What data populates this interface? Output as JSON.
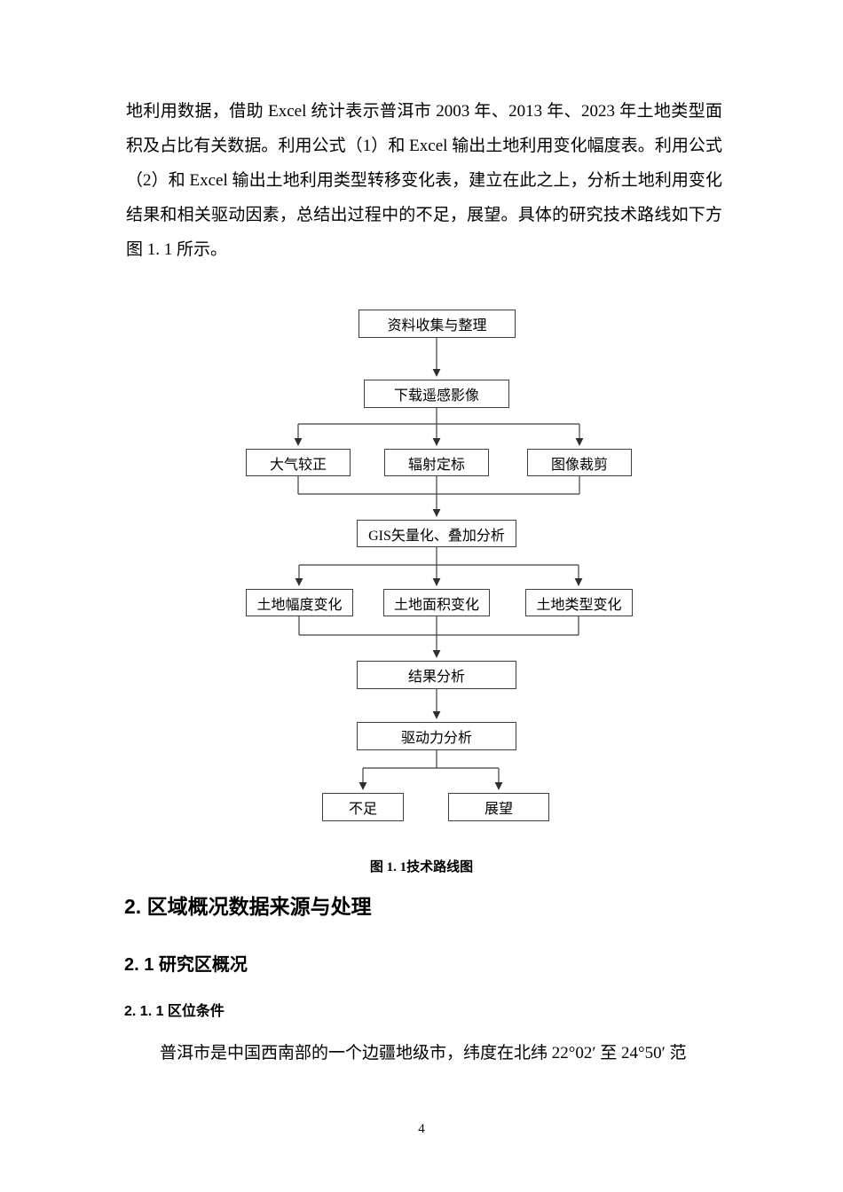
{
  "document": {
    "paragraph_top": "地利用数据，借助 Excel 统计表示普洱市 2003 年、2013 年、2023 年土地类型面积及占比有关数据。利用公式（1）和 Excel 输出土地利用变化幅度表。利用公式（2）和 Excel 输出土地利用类型转移变化表，建立在此之上，分析土地利用变化结果和相关驱动因素，总结出过程中的不足，展望。具体的研究技术路线如下方图 1.  1 所示。",
    "figure_caption": "图 1. 1技术路线图",
    "heading_section": "2. 区域概况数据来源与处理",
    "heading_sub": "2. 1 研究区概况",
    "heading_subsub": "2. 1. 1 区位条件",
    "paragraph_bottom": "普洱市是中国西南部的一个边疆地级市，纬度在北纬 22°02′ 至 24°50′ 范",
    "page_number": "4"
  },
  "flowchart": {
    "nodes": {
      "collect": "资料收集与整理",
      "download": "下载遥感影像",
      "atmos_correction": "大气较正",
      "radiometric_calibration": "辐射定标",
      "image_crop": "图像裁剪",
      "gis_overlay": "GIS矢量化、叠加分析",
      "land_amplitude_change": "土地幅度变化",
      "land_area_change": "土地面积变化",
      "land_type_change": "土地类型变化",
      "result_analysis": "结果分析",
      "driving_force_analysis": "驱动力分析",
      "shortcomings": "不足",
      "outlook": "展望"
    }
  }
}
